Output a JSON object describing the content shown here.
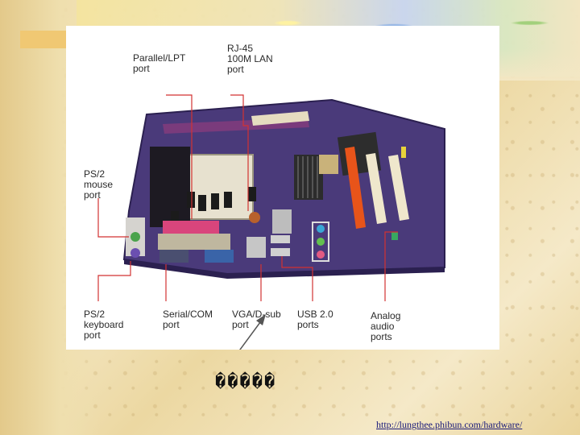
{
  "slide": {
    "caption": "�����",
    "url": "http://lungthee.phibun.com/hardware/"
  },
  "diagram": {
    "labels": {
      "parallel": "Parallel/LPT\nport",
      "rj45": "RJ-45\n100M LAN\nport",
      "ps2_mouse": "PS/2\nmouse\nport",
      "ps2_keyboard": "PS/2\nkeyboard\nport",
      "serial": "Serial/COM\nport",
      "vga": "VGA/D-sub\nport",
      "usb": "USB 2.0\nports",
      "audio": "Analog\naudio\nports"
    }
  },
  "colors": {
    "board": "#4a3a7a",
    "leader": "#d23232",
    "accent": "#ff8c1a"
  }
}
